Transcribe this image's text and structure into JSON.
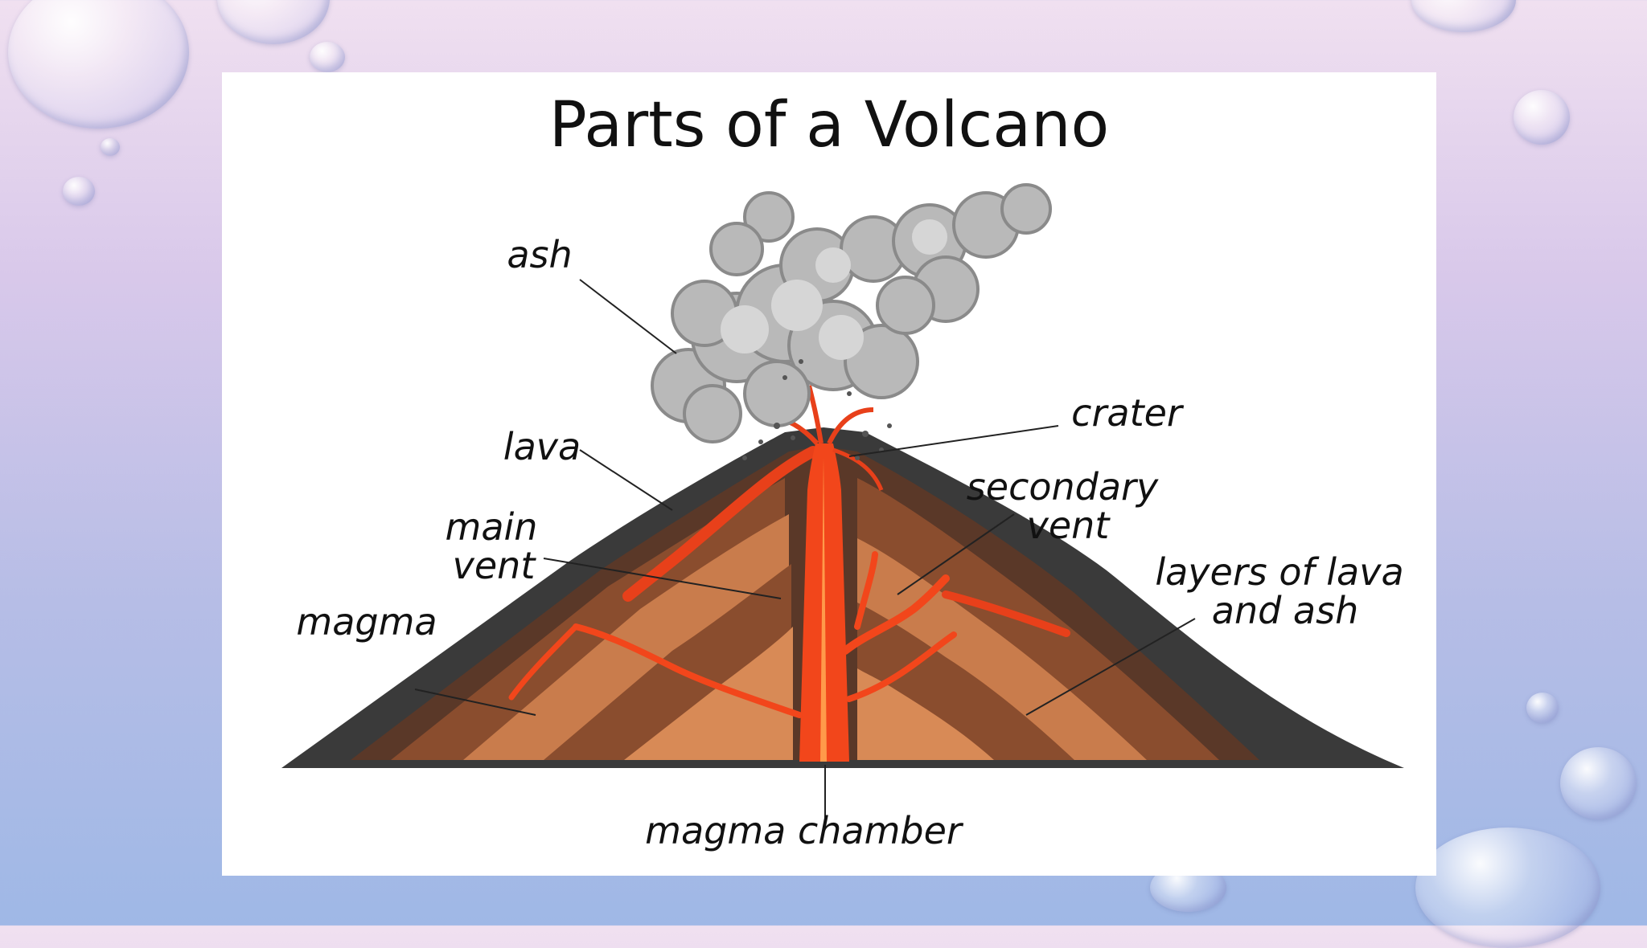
{
  "title": "Parts of a Volcano",
  "labels": {
    "ash": "ash",
    "lava": "lava",
    "main_vent_line1": "main",
    "main_vent_line2": "vent",
    "magma": "magma",
    "crater": "crater",
    "secondary_vent_line1": "secondary",
    "secondary_vent_line2": "vent",
    "layers_line1": "layers of lava",
    "layers_line2": "and ash",
    "magma_chamber": "magma chamber"
  },
  "colors": {
    "lava": "#f2461b",
    "lava_core": "#ff7a2e",
    "rock_dark": "#3a3a3a",
    "layer_brown": "#8a4d2e",
    "layer_tan": "#c97c4c",
    "smoke": "#9d9d9d"
  }
}
